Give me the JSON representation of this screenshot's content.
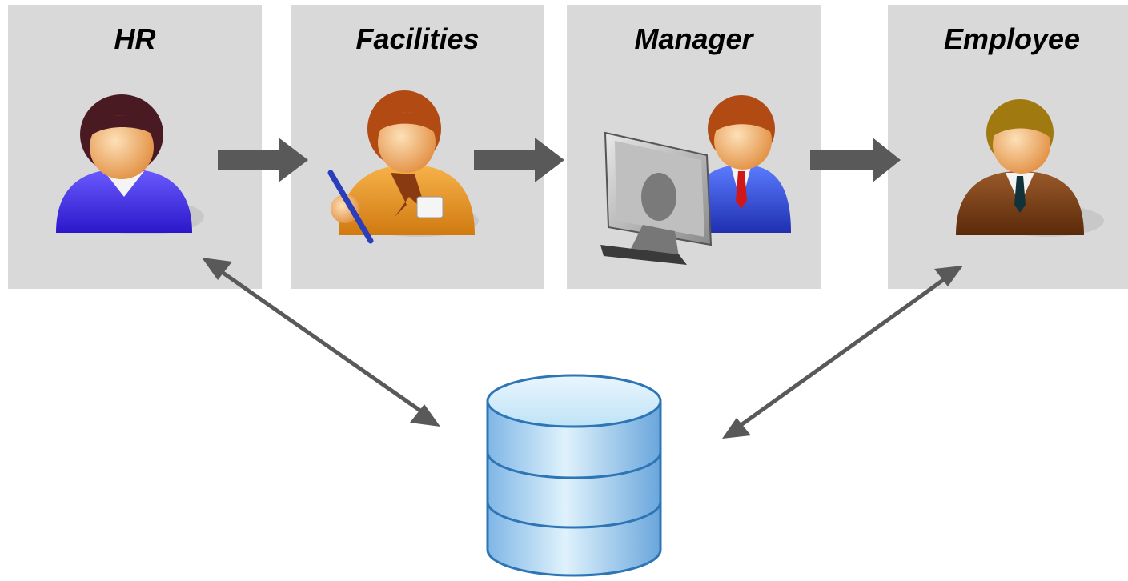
{
  "roles": [
    {
      "label": "HR",
      "icon": "hr-person-icon"
    },
    {
      "label": "Facilities",
      "icon": "facilities-person-icon"
    },
    {
      "label": "Manager",
      "icon": "manager-at-computer-icon"
    },
    {
      "label": "Employee",
      "icon": "employee-person-icon"
    }
  ],
  "database": {
    "icon": "database-cylinder-icon"
  },
  "colors": {
    "panel": "#d9d9d9",
    "arrow": "#595959",
    "db_fill": "#bfe3f7",
    "db_stroke": "#2e75b6"
  }
}
